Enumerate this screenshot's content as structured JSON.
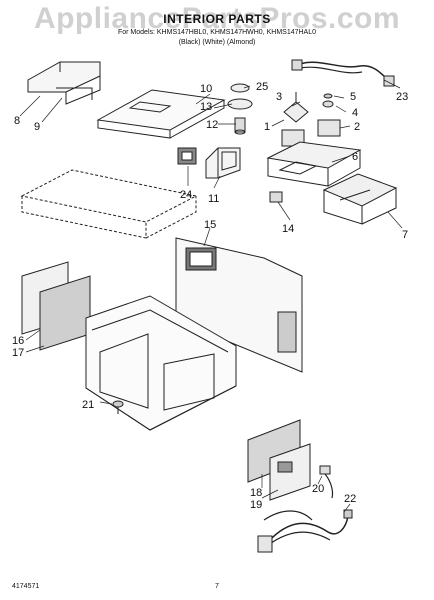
{
  "watermark": "AppliancePartsPros.com",
  "header": {
    "title": "INTERIOR PARTS",
    "models": "For Models: KHMS147HBL0, KHMS147HWH0, KHMS147HAL0",
    "colors": "(Black)     (White)     (Almond)"
  },
  "callouts": [
    "1",
    "2",
    "3",
    "4",
    "5",
    "6",
    "7",
    "8",
    "9",
    "10",
    "11",
    "12",
    "13",
    "14",
    "15",
    "16",
    "17",
    "18",
    "19",
    "20",
    "21",
    "22",
    "23",
    "24",
    "25"
  ],
  "footer": {
    "doc_number": "4174571",
    "page": "7"
  }
}
